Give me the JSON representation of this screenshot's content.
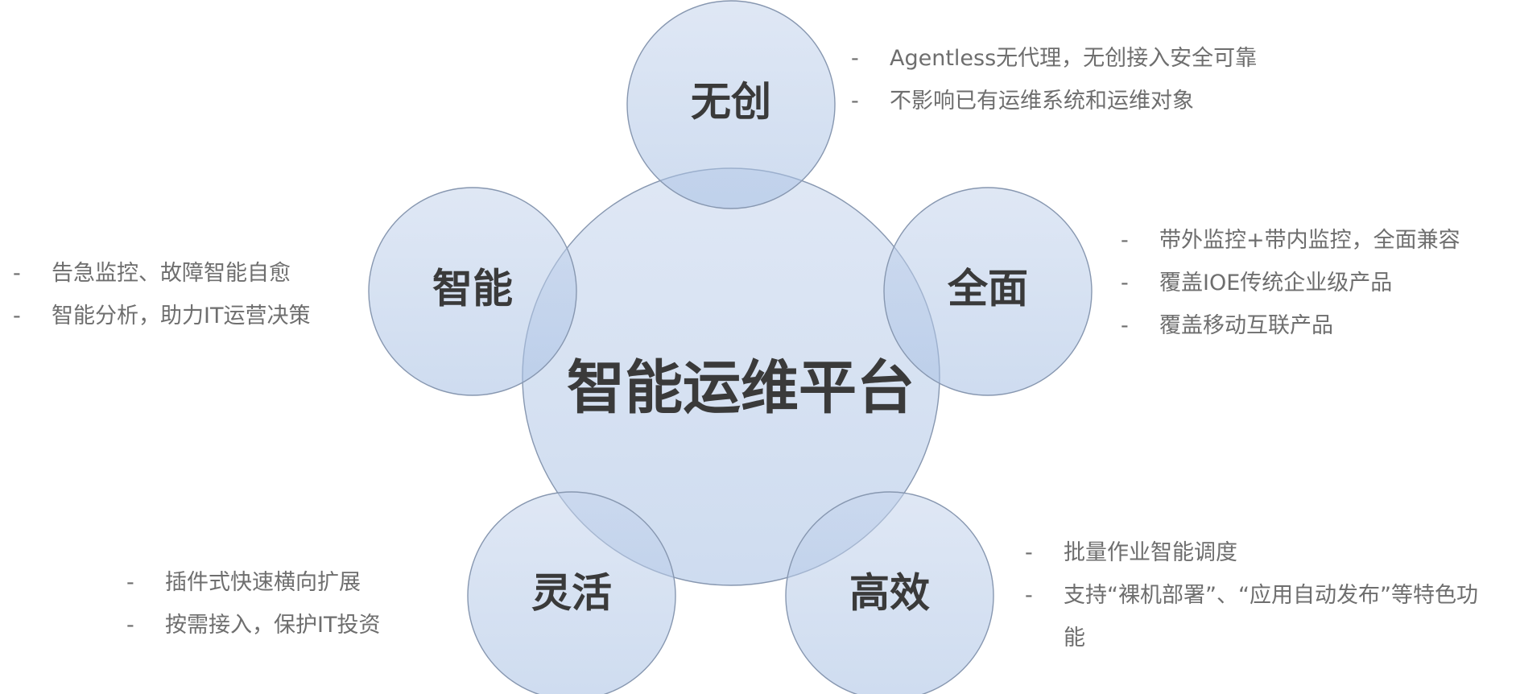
{
  "center": {
    "title": "智能运维平台"
  },
  "nodes": [
    {
      "id": "wuchuang",
      "title": "无创",
      "bullets": [
        "Agentless无代理，无创接入安全可靠",
        "不影响已有运维系统和运维对象"
      ]
    },
    {
      "id": "zhineng",
      "title": "智能",
      "bullets": [
        "告急监控、故障智能自愈",
        "智能分析，助力IT运营决策"
      ]
    },
    {
      "id": "quanmian",
      "title": "全面",
      "bullets": [
        "带外监控+带内监控，全面兼容",
        "覆盖IOE传统企业级产品",
        "覆盖移动互联产品"
      ]
    },
    {
      "id": "linghuo",
      "title": "灵活",
      "bullets": [
        "插件式快速横向扩展",
        "按需接入，保护IT投资"
      ]
    },
    {
      "id": "gaoxiao",
      "title": "高效",
      "bullets": [
        "批量作业智能调度",
        "支持“裸机部署”、“应用自动发布”等特色功能"
      ]
    }
  ],
  "bullet_marker": "-",
  "colors": {
    "circle_top": "#c9d7ec",
    "circle_bottom": "#a9c1e4",
    "circle_stroke": "#8797b0",
    "title_text": "#3a3a3a",
    "bullet_text": "#6e6e6e"
  }
}
